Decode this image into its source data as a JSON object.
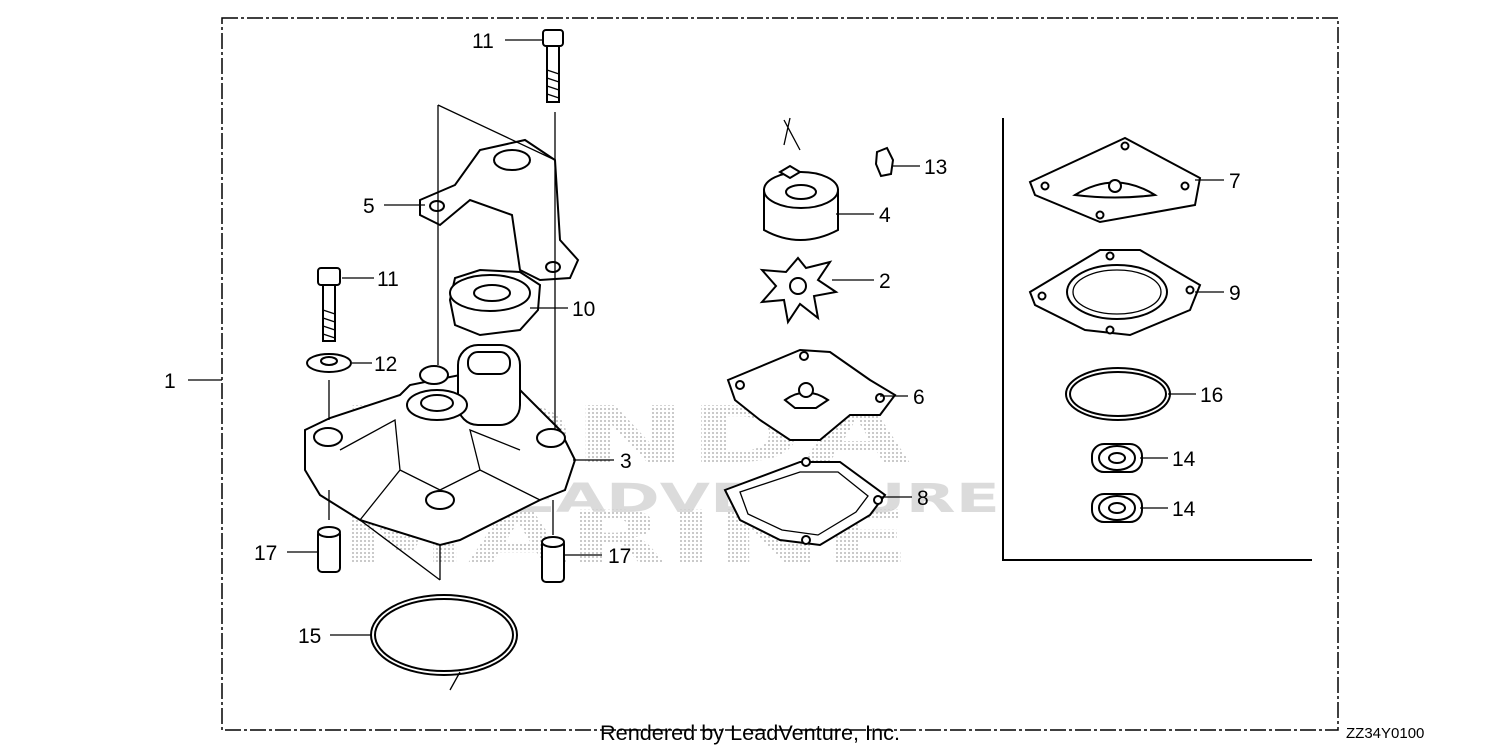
{
  "callouts": {
    "c1": "1",
    "c2": "2",
    "c3": "3",
    "c4": "4",
    "c5": "5",
    "c6": "6",
    "c7": "7",
    "c8": "8",
    "c9": "9",
    "c10": "10",
    "c11a": "11",
    "c11b": "11",
    "c12": "12",
    "c13": "13",
    "c14a": "14",
    "c14b": "14",
    "c15": "15",
    "c16": "16",
    "c17a": "17",
    "c17b": "17"
  },
  "footer": {
    "rendered_by": "Rendered by LeadVenture, Inc.",
    "diagram_code": "ZZ34Y0100"
  },
  "watermark": {
    "line1": "HONDA",
    "line2": "LEADVENTURE",
    "line3": "MARINE"
  }
}
